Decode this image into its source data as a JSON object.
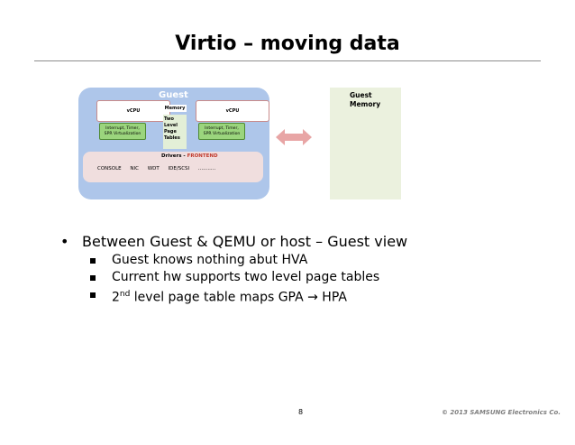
{
  "slide": {
    "title": "Virtio – moving data",
    "page_number": "8",
    "copyright": "© 2013 SAMSUNG Electronics Co."
  },
  "diagram": {
    "guest_label": "Guest",
    "vcpu_left": "vCPU",
    "vcpu_right": "vCPU",
    "interrupt_left_line1": "Interrupt, Timer,",
    "interrupt_left_line2": "SPR Virtualization",
    "interrupt_right_line1": "Interrupt, Timer,",
    "interrupt_right_line2": "SPR Virtualization",
    "memory_label": "Memory",
    "two_level": [
      "Two",
      "Level",
      "Page",
      "Tables"
    ],
    "drivers_prefix": "Drivers - ",
    "drivers_frontend": "FRONTEND",
    "drivers_list": [
      "CONSOLE",
      "NIC",
      "WDT",
      "IDE/SCSI",
      "..........."
    ],
    "guest_memory_line1": "Guest",
    "guest_memory_line2": "Memory",
    "colors": {
      "guest_box": "#aec6ea",
      "interrupt_box": "#9bd57d",
      "drivers_box": "#f0dede",
      "guest_memory_box": "#ebf1de",
      "arrow": "#e8a5a5",
      "frontend_text": "#c0392b"
    }
  },
  "bullets": {
    "main": "Between Guest & QEMU or host – Guest view",
    "sub1": "Guest knows nothing abut HVA",
    "sub2": "Current hw supports two level page tables",
    "sub3_pre": "2",
    "sub3_sup": "nd",
    "sub3_post": " level page table maps GPA → HPA"
  }
}
